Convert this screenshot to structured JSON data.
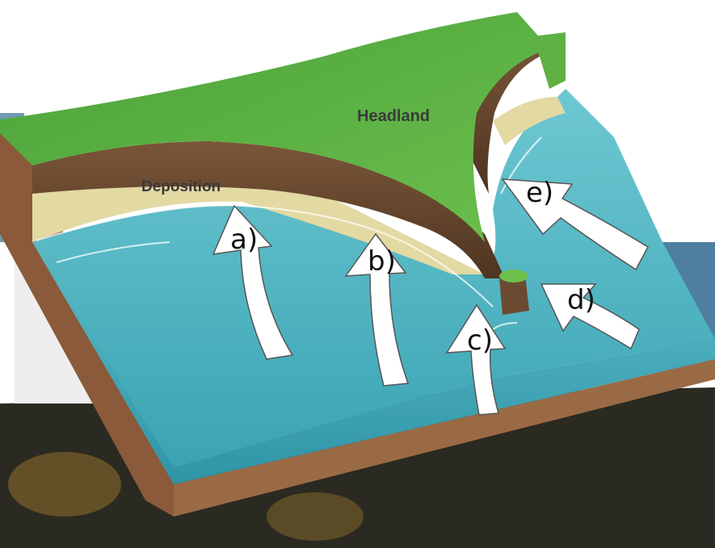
{
  "labels": {
    "headland": "Headland",
    "deposition": "Deposition"
  },
  "arrows": {
    "a": "a)",
    "b": "b)",
    "c": "c)",
    "d": "d)",
    "e": "e)"
  },
  "colors": {
    "grass": "#5fb043",
    "sea": "#4fb5c2",
    "sand": "#e3d9a3",
    "soil": "#9a6a45",
    "cliff": "#6b4a32",
    "background_dark": "#2a2a22"
  }
}
